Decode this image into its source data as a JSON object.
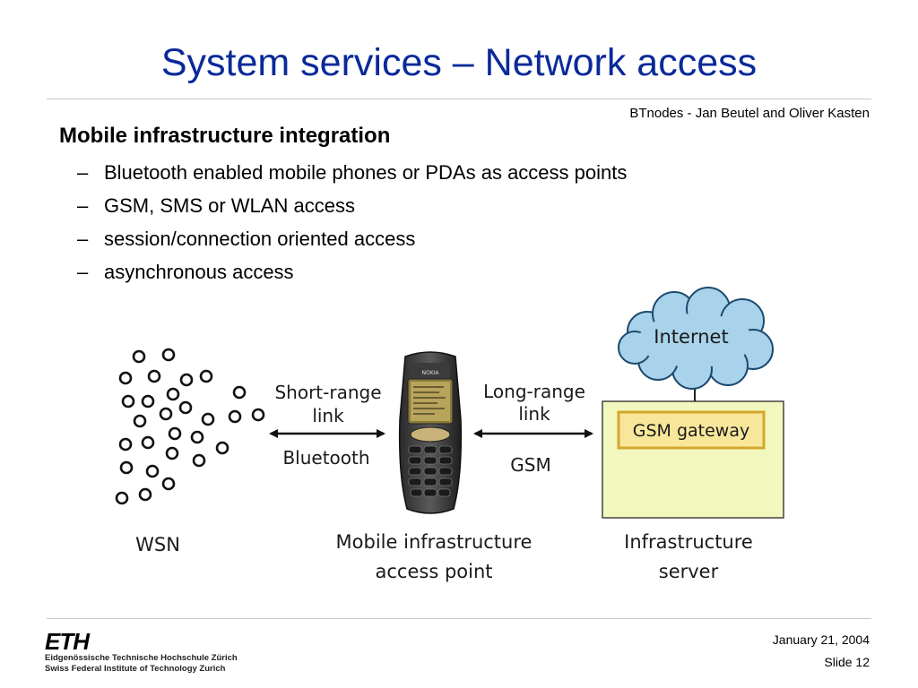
{
  "title": "System services – Network access",
  "author": "BTnodes - Jan Beutel and Oliver Kasten",
  "content": {
    "heading": "Mobile infrastructure integration",
    "bullets": [
      "Bluetooth enabled mobile phones or PDAs as access points",
      "GSM, SMS or WLAN access",
      "session/connection oriented access",
      "asynchronous access"
    ]
  },
  "diagram": {
    "cloud_label": "Internet",
    "gateway_label": "GSM gateway",
    "short_link": {
      "line1": "Short-range",
      "line2": "link",
      "tech": "Bluetooth"
    },
    "long_link": {
      "line1": "Long-range",
      "line2": "link",
      "tech": "GSM"
    },
    "captions": {
      "wsn": "WSN",
      "mobile_line1": "Mobile infrastructure",
      "mobile_line2": "access point",
      "server_line1": "Infrastructure",
      "server_line2": "server"
    },
    "colors": {
      "cloud_fill": "#a9d3ea",
      "server_fill": "#f2f7be",
      "gateway_fill": "#f8e79b",
      "gateway_border": "#d4a72c"
    }
  },
  "footer": {
    "logo_word": "ETH",
    "logo_line1": "Eidgenössische Technische Hochschule Zürich",
    "logo_line2": "Swiss Federal Institute of Technology Zurich",
    "date": "January 21, 2004",
    "slide": "Slide 12"
  }
}
